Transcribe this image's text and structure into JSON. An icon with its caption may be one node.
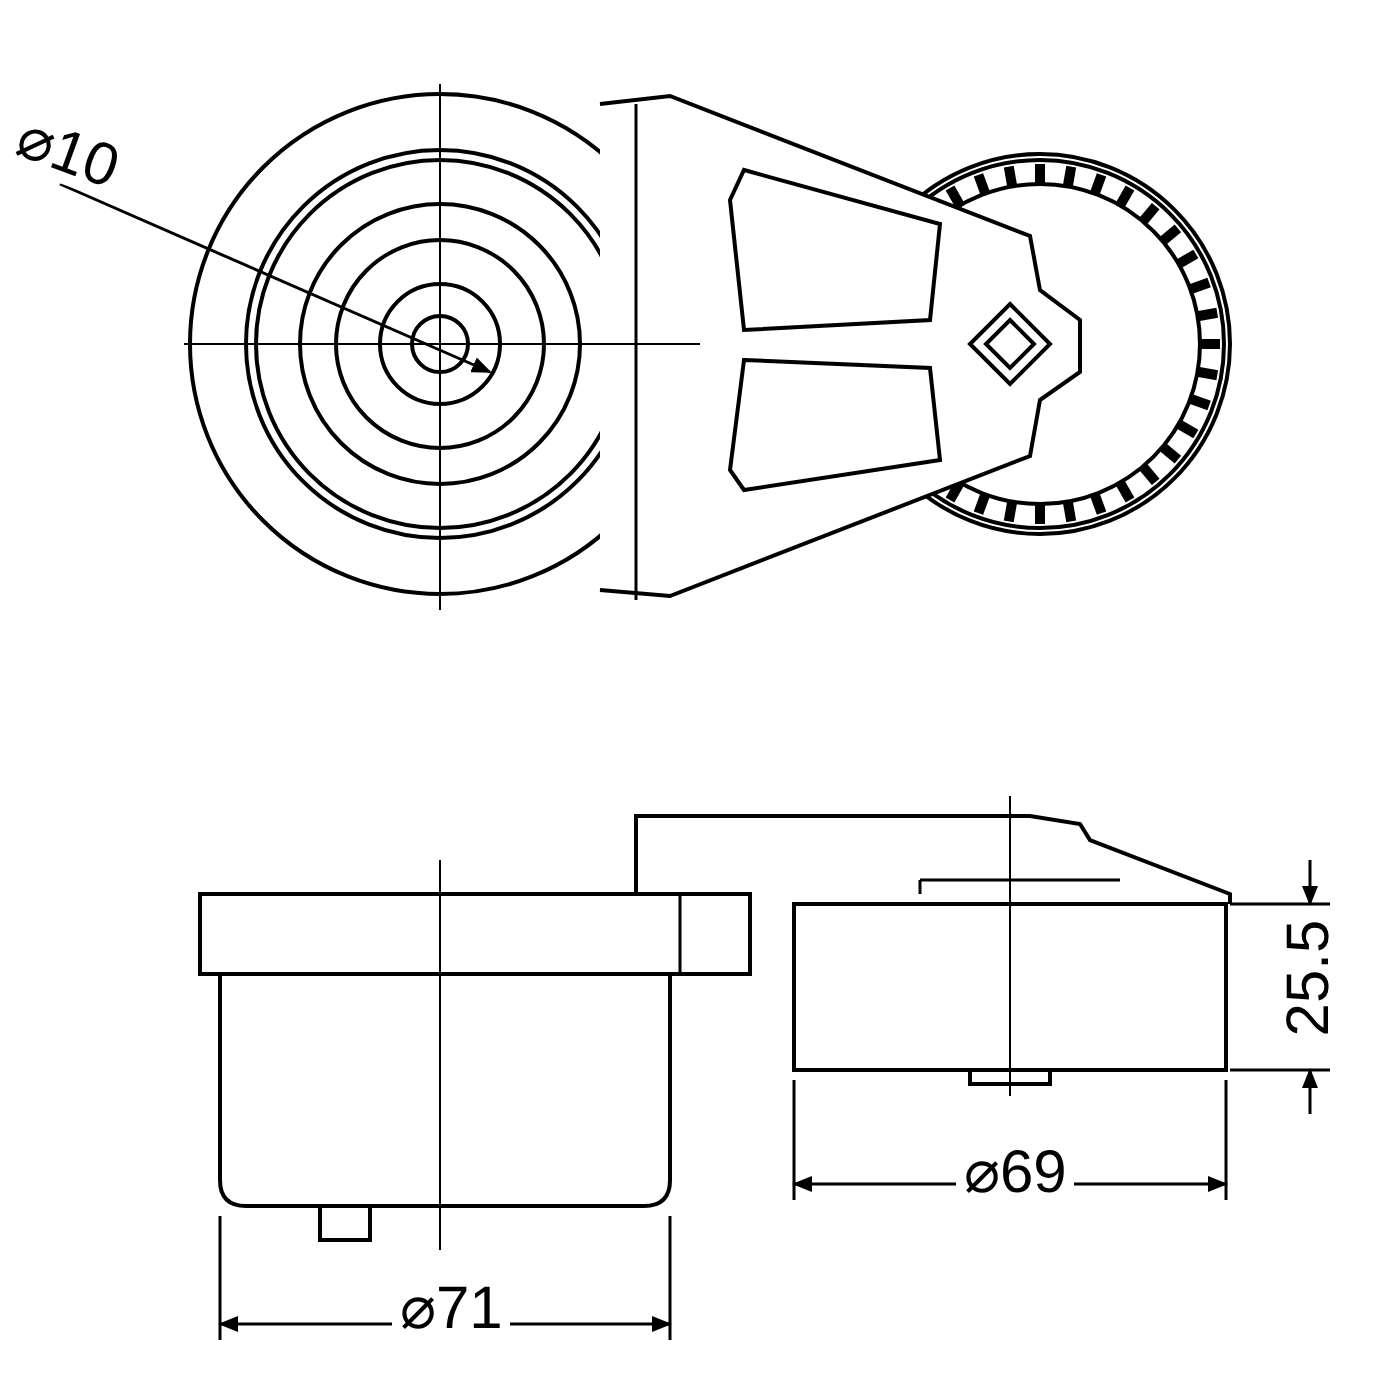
{
  "diagram": {
    "labels": [
      "⌀10",
      "25.5",
      "⌀69",
      "⌀71"
    ]
  }
}
